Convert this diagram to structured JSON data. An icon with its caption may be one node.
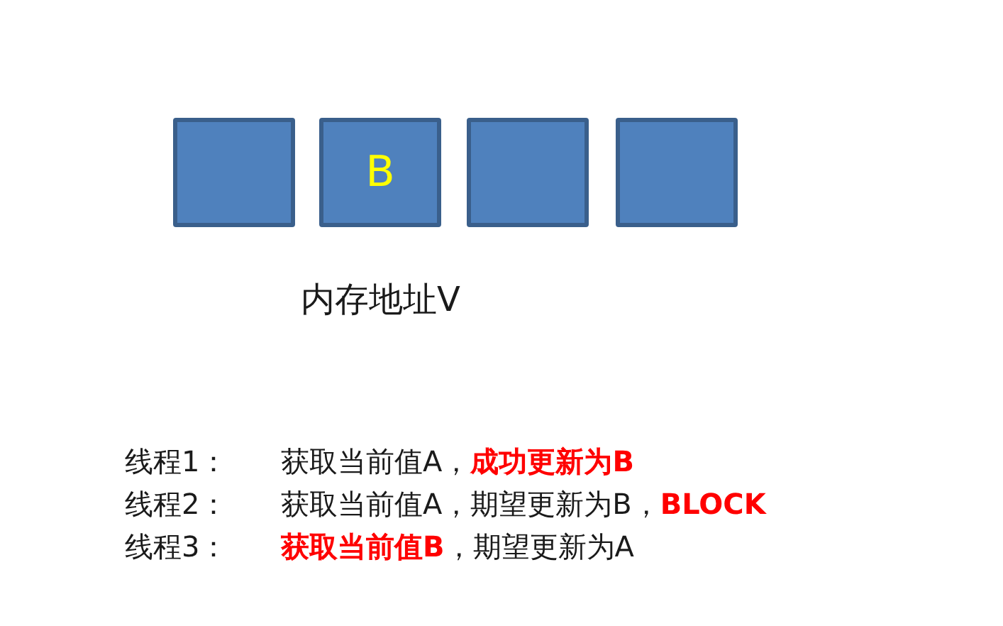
{
  "diagram": {
    "nodes": [
      {
        "text": [],
        "shape": "box"
      },
      {
        "text": [
          "B"
        ]
      },
      {
        "text": [],
        "shape": "box"
      },
      {
        "text": [],
        "shape": "box"
      }
    ],
    "labels": [
      "内存地址V",
      "线程1：",
      "获取当前值A，**成功更新为B**",
      "线程2：",
      "获取当前值A，期望更新为B，**BLOCK**",
      "线程3：",
      "**获取当前值B**，期望更新为A"
    ]
  }
}
